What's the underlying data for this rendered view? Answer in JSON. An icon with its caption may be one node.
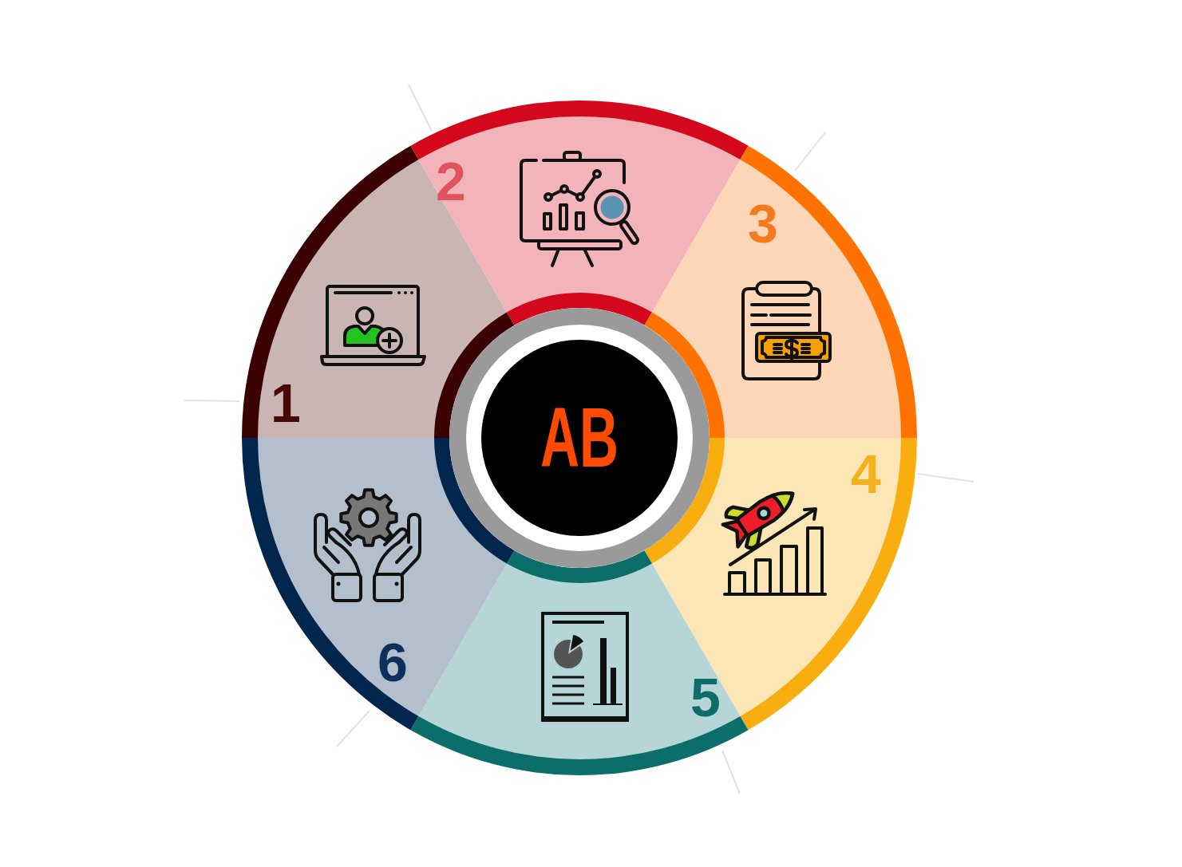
{
  "diagram": {
    "nodes": [
      {
        "text": [
          "AB"
        ]
      },
      {
        "text": [
          "1"
        ]
      },
      {
        "text": [
          "2"
        ]
      },
      {
        "text": [
          "3"
        ]
      },
      {
        "text": [
          "4"
        ]
      },
      {
        "text": [
          "5"
        ]
      },
      {
        "text": [
          "6"
        ]
      }
    ]
  }
}
